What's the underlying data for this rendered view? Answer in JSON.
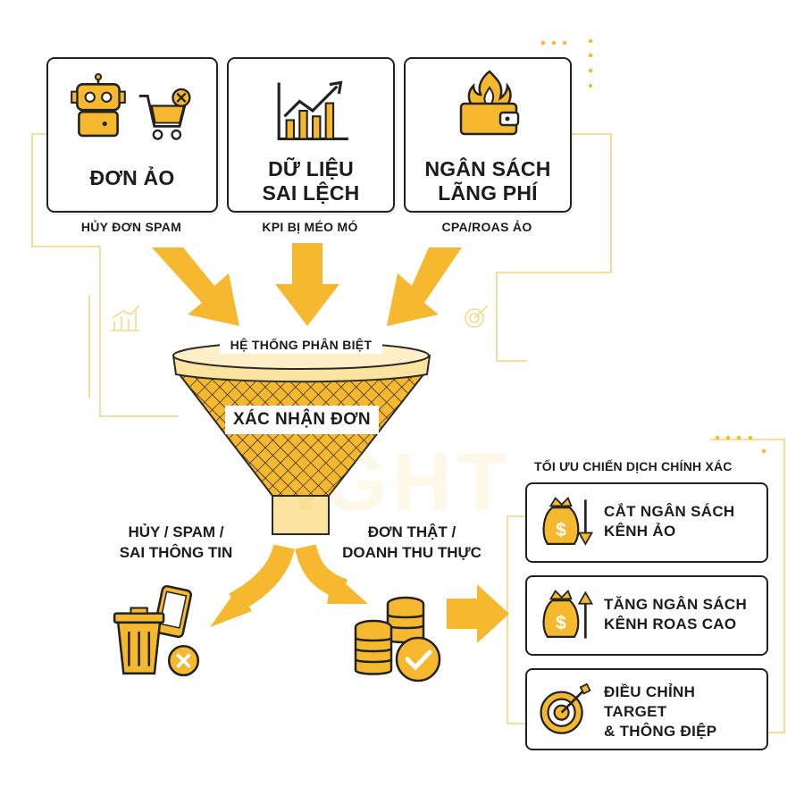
{
  "colors": {
    "accent": "#F5B82E",
    "accent_dark": "#E0A11A",
    "line": "#F7D98A",
    "ink": "#222222"
  },
  "top_cards": [
    {
      "title": "ĐƠN ẢO",
      "subtitle": "HỦY ĐƠN SPAM",
      "icons": [
        "robot-icon",
        "cart-x-icon"
      ]
    },
    {
      "title": "DỮ LIỆU\nSAI LỆCH",
      "subtitle": "KPI BỊ MÉO MÓ",
      "icons": [
        "bar-chart-growth-icon"
      ]
    },
    {
      "title": "NGÂN SÁCH\nLÃNG PHÍ",
      "subtitle": "CPA/ROAS ẢO",
      "icons": [
        "burning-wallet-icon"
      ]
    }
  ],
  "funnel": {
    "top_label": "HỆ THỐNG PHÂN BIỆT",
    "center_label": "XÁC NHẬN ĐƠN"
  },
  "outputs": {
    "left_label": "HỦY / SPAM /\nSAI THÔNG TIN",
    "right_label": "ĐƠN THẬT /\nDOANH THU THỰC",
    "left_icons": [
      "trash-phone-x-icon"
    ],
    "right_icons": [
      "coins-check-icon"
    ]
  },
  "optimization": {
    "heading": "TỐI ƯU CHIẾN DỊCH CHÍNH XÁC",
    "items": [
      {
        "text": "CẮT NGÂN SÁCH\nKÊNH ẢO",
        "icon": "money-bag-down-icon"
      },
      {
        "text": "TĂNG NGÂN SÁCH\nKÊNH ROAS CAO",
        "icon": "money-bag-up-icon"
      },
      {
        "text": "ĐIỀU CHỈNH\nTARGET\n& THÔNG ĐIỆP",
        "icon": "target-icon"
      }
    ]
  },
  "watermark": {
    "text": "IGHT"
  }
}
